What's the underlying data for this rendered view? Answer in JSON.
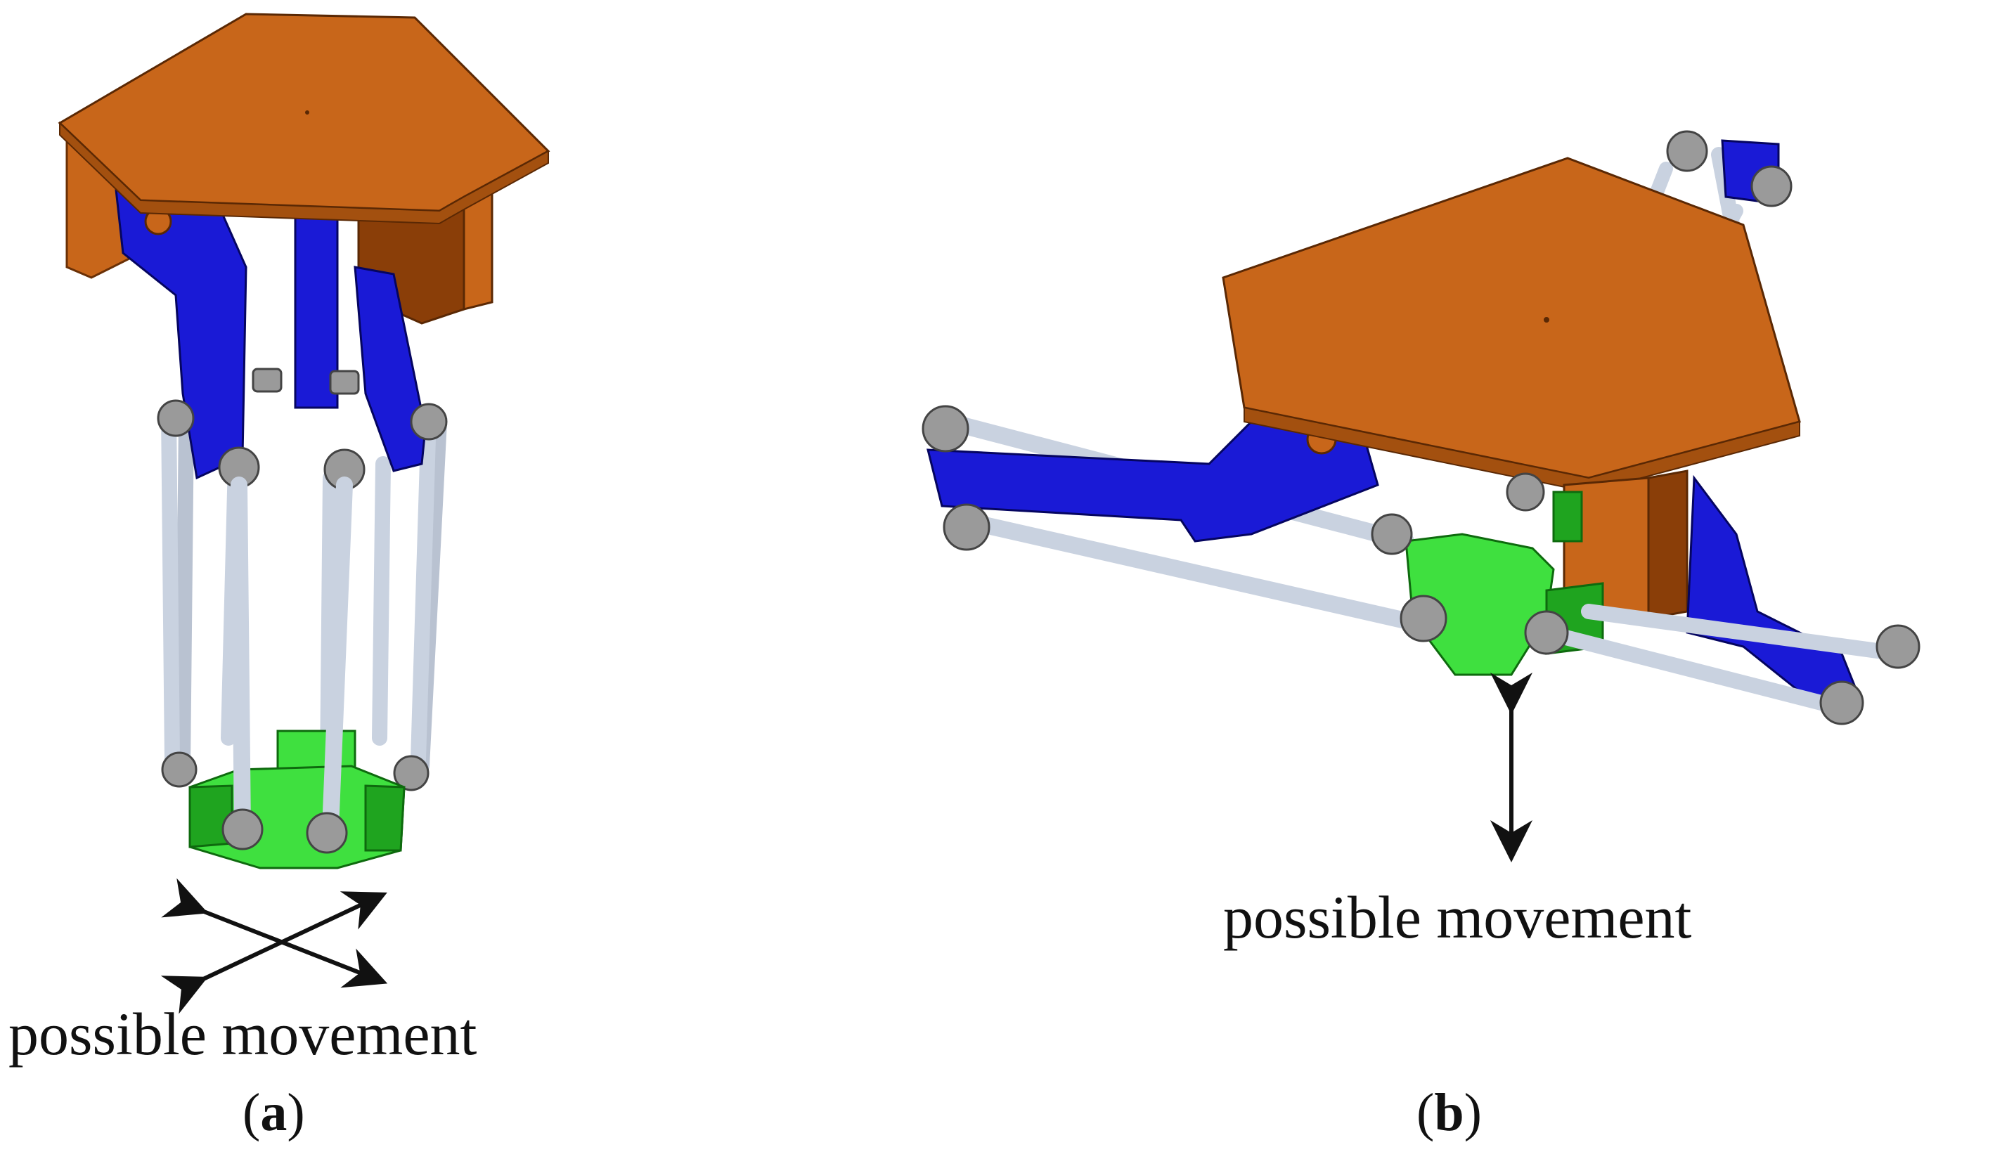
{
  "panels": [
    {
      "id": "a",
      "label_open": "(",
      "label_letter": "a",
      "label_close": ")",
      "movement_caption": "possible movement"
    },
    {
      "id": "b",
      "label_open": "(",
      "label_letter": "b",
      "label_close": ")",
      "movement_caption": "possible movement"
    }
  ],
  "colors": {
    "base_plate": "#c8661a",
    "base_plate_dark": "#8a3e08",
    "arm": "#1a1ad6",
    "arm_dark": "#0b0b8a",
    "rod": "#c9d2e0",
    "joint": "#9a9a9a",
    "effector": "#3fe03f",
    "effector_dark": "#1fa41f",
    "arrow": "#111111"
  }
}
